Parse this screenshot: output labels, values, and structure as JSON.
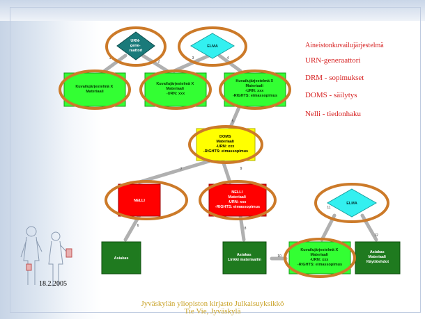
{
  "legend": [
    "Aineistonkuvailujärjestelmä",
    "URN-generaattori",
    "DRM - sopimukset",
    "DOMS - säilytys",
    "Nelli - tiedonhaku"
  ],
  "footer": {
    "date": "18.2.2005",
    "line1": "Jyväskylän yliopiston kirjasto Julkaisuyksikkö",
    "line2": "Tie Vie, Jyväskylä"
  },
  "nodes": {
    "urn_gen": [
      "URN-",
      "gene-",
      "raattori"
    ],
    "elma_top": [
      "ELMA"
    ],
    "kuv1": [
      "Kuvailujärjestelmä X",
      "Materiaali"
    ],
    "kuv2": [
      "Kuvailujärjestelmä X",
      "Materiaali",
      "-URN: xxx"
    ],
    "kuv3": [
      "Kuvailujärjestelmä X",
      "Materiaali",
      "-URN: xxx",
      "-RIGHTS: eimassopimus"
    ],
    "doms": [
      "DOMS",
      "Materiaali",
      "-URN: xxx",
      "-RIGHTS: eimassopimus"
    ],
    "nelli1": [
      "NELLI"
    ],
    "nelli2": [
      "NELLI",
      "Materiaali",
      "-URN: xxx",
      "-RIGHTS: eimassopimus"
    ],
    "elma_right": [
      "ELMA"
    ],
    "asiakas1": [
      "Asiakas"
    ],
    "asiakas2": [
      "Asiakas",
      "Linkki materiaaliin"
    ],
    "kuv_bottom": [
      "Kuvailujärjestelmä X",
      "Materiaali",
      "-URN: xxx",
      "-RIGHTS: eimassopimus"
    ],
    "asiakas3": [
      "Asiakas",
      "Materiaali",
      "Käyttöehdot"
    ]
  },
  "arrow_numbers": [
    "1",
    "2",
    "3",
    "4",
    "5",
    "6",
    "7",
    "8",
    "9",
    "10",
    "11",
    "12"
  ],
  "colors": {
    "green_light": "#33ff33",
    "green_dark": "#1f7a1f",
    "teal": "#1a7a7a",
    "cyan": "#33f0f0",
    "yellow": "#ffff00",
    "red": "#ff0000",
    "oval": "#cc7a29",
    "legend_red": "#d62020",
    "footer_gold": "#c9a227"
  }
}
